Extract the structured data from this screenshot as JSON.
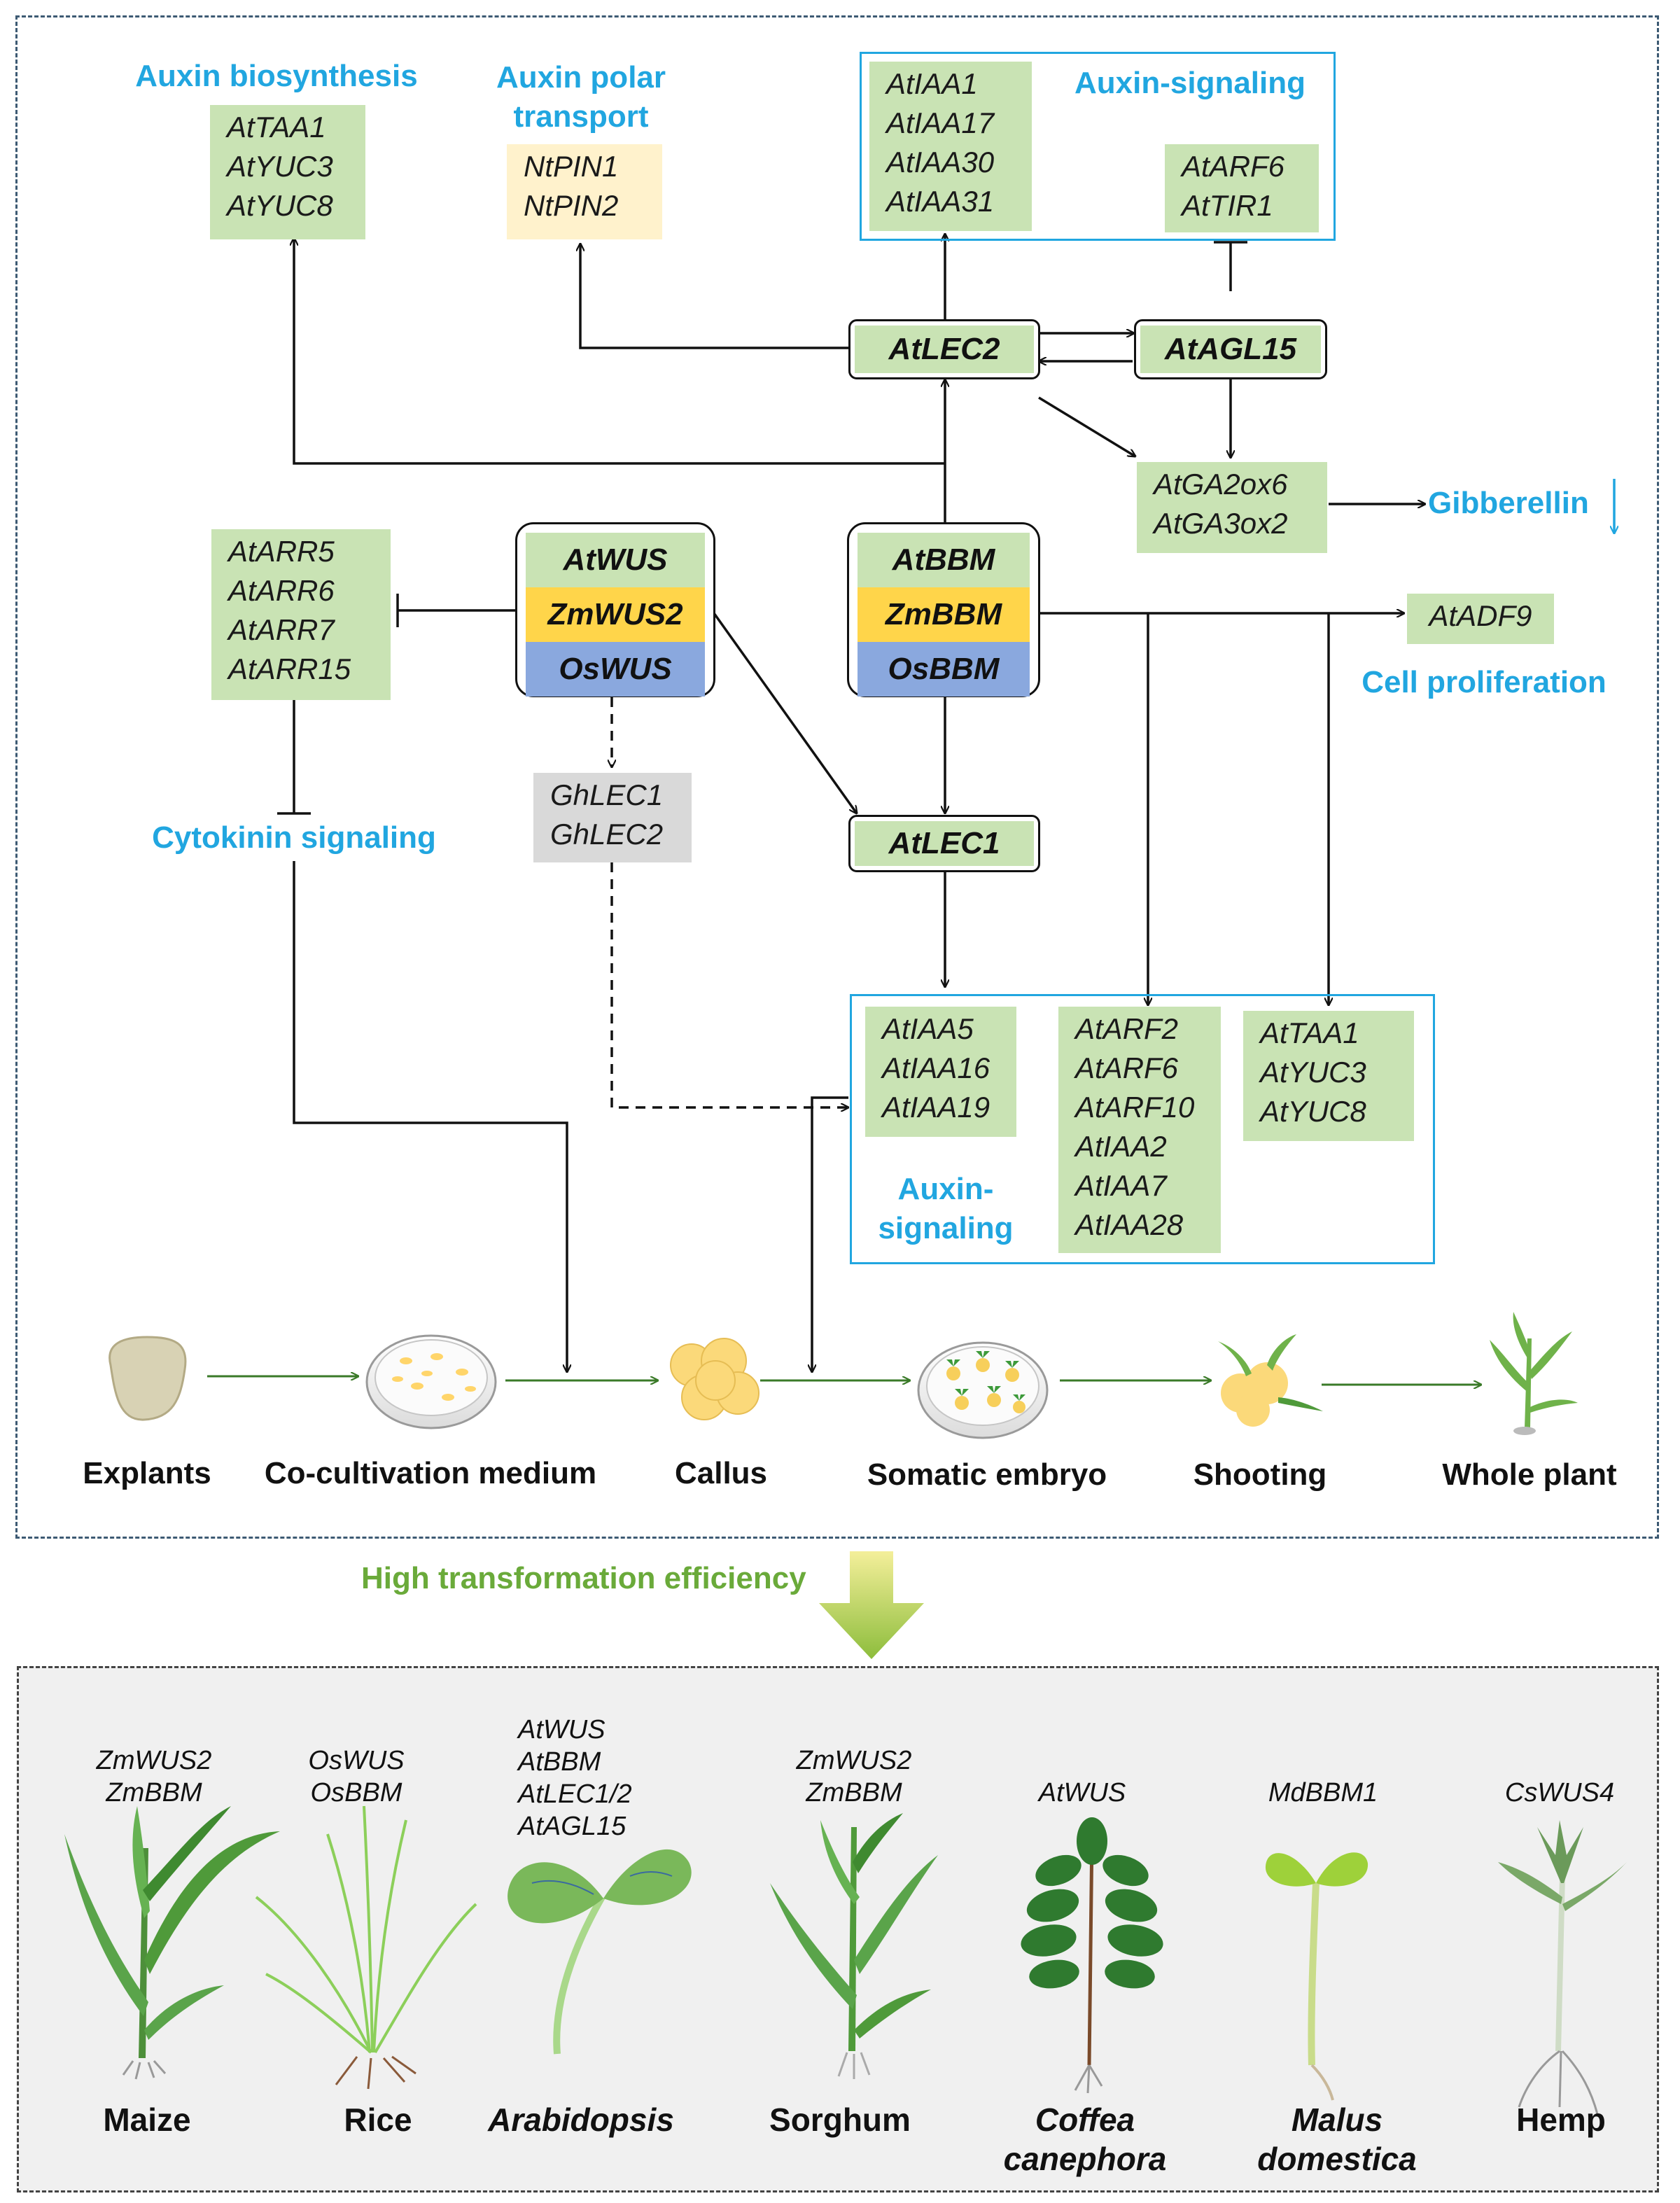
{
  "groups": {
    "auxin_biosynthesis": {
      "label": "Auxin biosynthesis",
      "genes": [
        "AtTAA1",
        "AtYUC3",
        "AtYUC8"
      ]
    },
    "auxin_polar_transport": {
      "label_line1": "Auxin polar",
      "label_line2": "transport",
      "genes": [
        "NtPIN1",
        "NtPIN2"
      ]
    },
    "auxin_signaling_top": {
      "label": "Auxin-signaling",
      "genes_a": [
        "AtIAA1",
        "AtIAA17",
        "AtIAA30",
        "AtIAA31"
      ],
      "genes_b": [
        "AtARF6",
        "AtTIR1"
      ]
    },
    "cytokinin": {
      "label": "Cytokinin signaling",
      "genes": [
        "AtARR5",
        "AtARR6",
        "AtARR7",
        "AtARR15"
      ]
    },
    "gibberellin": {
      "label": "Gibberellin",
      "genes": [
        "AtGA2ox6",
        "AtGA3ox2"
      ]
    },
    "cell_proliferation": {
      "label": "Cell proliferation",
      "genes": [
        "AtADF9"
      ]
    },
    "gh": {
      "genes": [
        "GhLEC1",
        "GhLEC2"
      ]
    },
    "auxin_signaling_bottom": {
      "label_line1": "Auxin-",
      "label_line2": "signaling",
      "genes_a": [
        "AtIAA5",
        "AtIAA16",
        "AtIAA19"
      ],
      "genes_b": [
        "AtARF2",
        "AtARF6",
        "AtARF10",
        "AtIAA2",
        "AtIAA7",
        "AtIAA28"
      ],
      "genes_c": [
        "AtTAA1",
        "AtYUC3",
        "AtYUC8"
      ]
    }
  },
  "nodes": {
    "lec2": "AtLEC2",
    "agl15": "AtAGL15",
    "lec1": "AtLEC1",
    "wus_stack": [
      "AtWUS",
      "ZmWUS2",
      "OsWUS"
    ],
    "bbm_stack": [
      "AtBBM",
      "ZmBBM",
      "OsBBM"
    ]
  },
  "colors": {
    "green": "#c9e3b4",
    "yellow_gene": "#fff2cc",
    "grey_gene": "#d9d9d9",
    "wus_yellow": "#ffd54a",
    "os_blue": "#8aa8de",
    "label_blue": "#21a6e0",
    "hte_green": "#6aaa3a"
  },
  "stages": [
    "Explants",
    "Co-cultivation medium",
    "Callus",
    "Somatic embryo",
    "Shooting",
    "Whole plant"
  ],
  "transition_label": "High transformation efficiency",
  "plants": [
    {
      "genes": [
        "ZmWUS2",
        "ZmBBM"
      ],
      "name": [
        "Maize"
      ],
      "italic": false
    },
    {
      "genes": [
        "OsWUS",
        "OsBBM"
      ],
      "name": [
        "Rice"
      ],
      "italic": false
    },
    {
      "genes": [
        "AtWUS",
        "AtBBM",
        "AtLEC1/2",
        "AtAGL15"
      ],
      "name": [
        "Arabidopsis"
      ],
      "italic": true
    },
    {
      "genes": [
        "ZmWUS2",
        "ZmBBM"
      ],
      "name": [
        "Sorghum"
      ],
      "italic": false
    },
    {
      "genes": [
        "AtWUS"
      ],
      "name": [
        "Coffea",
        "canephora"
      ],
      "italic": true
    },
    {
      "genes": [
        "MdBBM1"
      ],
      "name": [
        "Malus",
        "domestica"
      ],
      "italic": true
    },
    {
      "genes": [
        "CsWUS4"
      ],
      "name": [
        "Hemp"
      ],
      "italic": false
    }
  ]
}
